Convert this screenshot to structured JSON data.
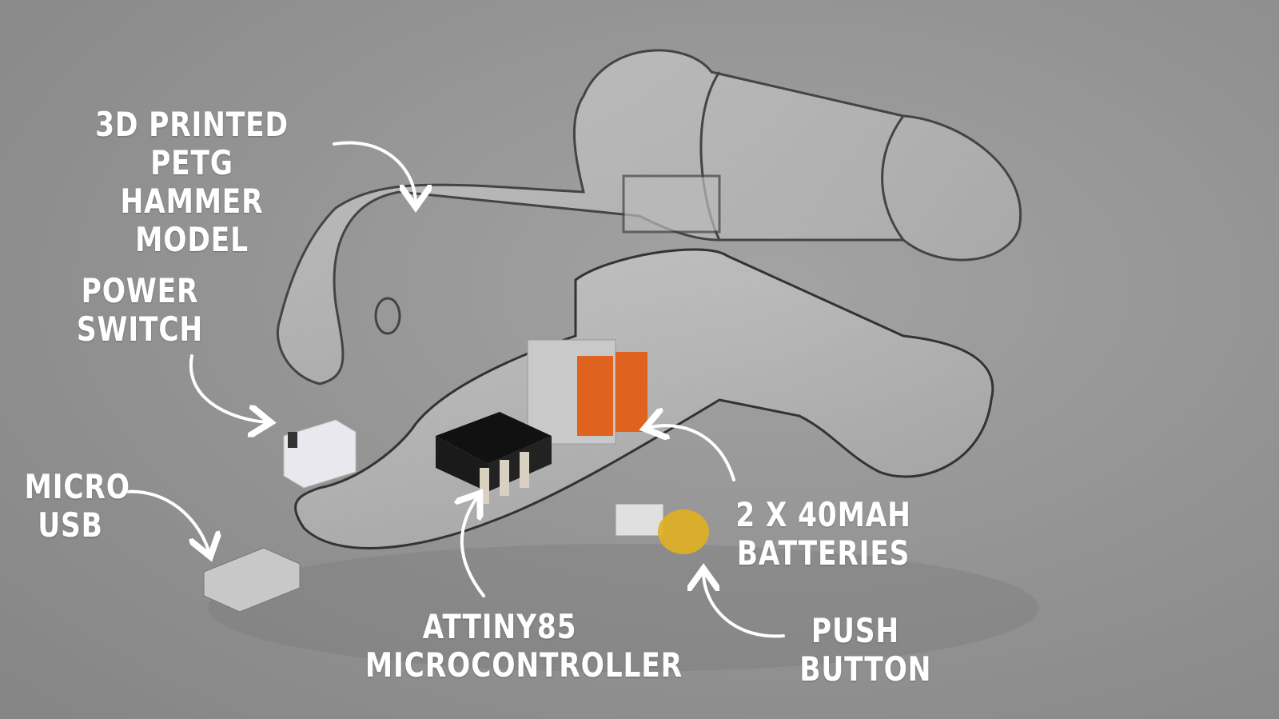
{
  "labels": {
    "hammer": [
      "3D PRINTED PETG",
      "HAMMER MODEL"
    ],
    "power_switch": [
      "POWER",
      "SWITCH"
    ],
    "micro_usb": [
      "MICRO",
      "USB"
    ],
    "attiny": [
      "ATTINY85",
      "MICROCONTROLLER"
    ],
    "batteries": [
      "2 X 40MAH",
      "BATTERIES"
    ],
    "push_button": [
      "PUSH",
      "BUTTON"
    ]
  },
  "colors": {
    "background": "#969696",
    "battery": "#e0621f",
    "button_cap": "#e0b020",
    "chip": "#111111",
    "label": "#ffffff"
  }
}
